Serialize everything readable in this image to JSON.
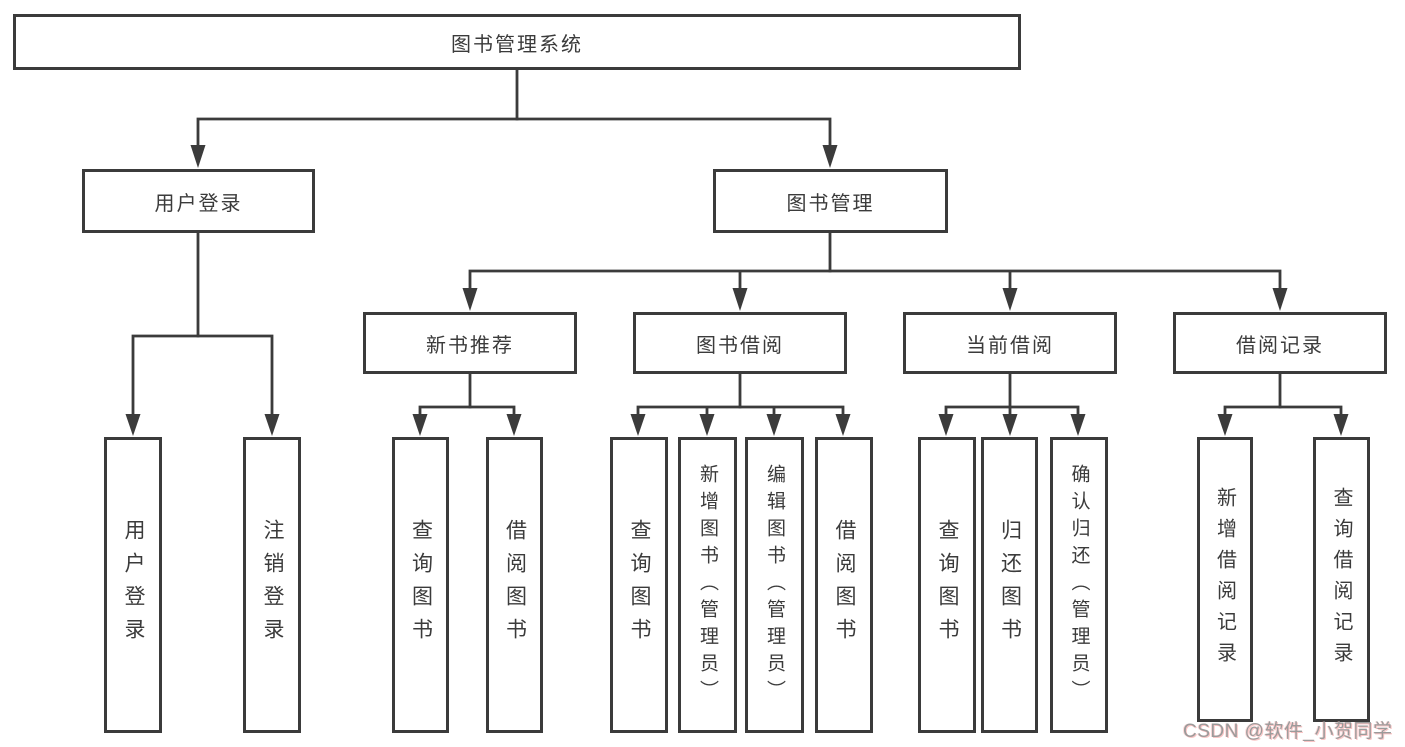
{
  "tree": {
    "label": "图书管理系统",
    "children": [
      {
        "label": "用户登录",
        "children": [
          {
            "label": "用户登录"
          },
          {
            "label": "注销登录"
          }
        ]
      },
      {
        "label": "图书管理",
        "children": [
          {
            "label": "新书推荐",
            "children": [
              {
                "label": "查询图书"
              },
              {
                "label": "借阅图书"
              }
            ]
          },
          {
            "label": "图书借阅",
            "children": [
              {
                "label": "查询图书"
              },
              {
                "label": "新增图书（管理员）"
              },
              {
                "label": "编辑图书（管理员）"
              },
              {
                "label": "借阅图书"
              }
            ]
          },
          {
            "label": "当前借阅",
            "children": [
              {
                "label": "查询图书"
              },
              {
                "label": "归还图书"
              },
              {
                "label": "确认归还（管理员）"
              }
            ]
          },
          {
            "label": "借阅记录",
            "children": [
              {
                "label": "新增借阅记录"
              },
              {
                "label": "查询借阅记录"
              }
            ]
          }
        ]
      }
    ]
  },
  "watermark": "CSDN @软件_小贺同学",
  "colors": {
    "line": "#3b3b3b",
    "text": "#3b3b3b",
    "background": "#ffffff",
    "watermark_gray": "#9b9b9b",
    "watermark_halo": "#f49696"
  }
}
